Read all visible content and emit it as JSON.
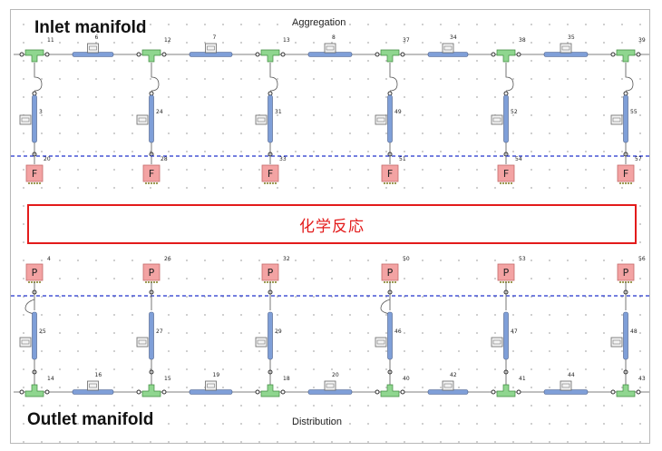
{
  "titles": {
    "inlet": "Inlet manifold",
    "outlet": "Outlet manifold",
    "aggregation": "Aggregation",
    "distribution": "Distribution",
    "reaction": "化学反応"
  },
  "symbols": {
    "feed": "F",
    "product": "P"
  },
  "inlet": {
    "tee_labels": [
      "11",
      "12",
      "13",
      "37",
      "38",
      "39"
    ],
    "pipe_labels": [
      "6",
      "7",
      "8",
      "34",
      "35"
    ],
    "vertical_pipe_labels": [
      "3",
      "24",
      "31",
      "49",
      "52",
      "55"
    ],
    "feed_labels": [
      "20",
      "28",
      "33",
      "51",
      "54",
      "57"
    ]
  },
  "outlet": {
    "product_labels": [
      "4",
      "26",
      "32",
      "50",
      "53",
      "56"
    ],
    "vertical_pipe_labels": [
      "25",
      "27",
      "29",
      "46",
      "47",
      "48"
    ],
    "tee_labels": [
      "14",
      "15",
      "18",
      "40",
      "41",
      "43"
    ],
    "pipe_labels": [
      "16",
      "19",
      "20",
      "42",
      "44"
    ]
  },
  "colors": {
    "tee": "#8fd68f",
    "pipe": "#7f9fd8",
    "block": "#f3a3a3",
    "divider": "#2233cc",
    "reaction": "#e31b1b"
  }
}
